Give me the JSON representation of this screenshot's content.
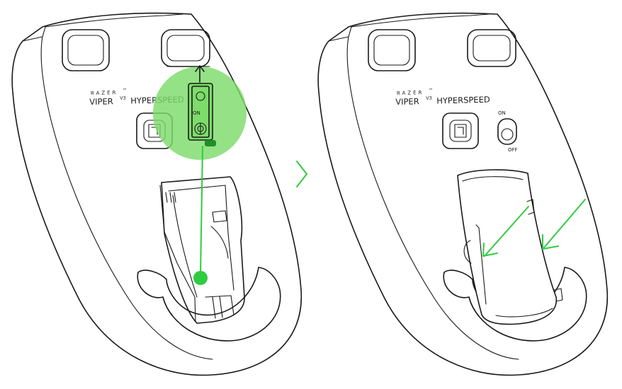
{
  "left_mouse": {
    "brand_small": "RAZER",
    "tm": "™",
    "model": "VIPER",
    "sup": "V3",
    "model_suffix": "HYPERSPEED",
    "switch_on_label": "ON"
  },
  "right_mouse": {
    "brand_small": "RAZER",
    "tm": "™",
    "model": "VIPER",
    "sup": "V3",
    "model_suffix": "HYPERSPEED",
    "switch_on_label": "ON",
    "switch_off_label": "OFF"
  },
  "colors": {
    "highlight": "#2ecc40",
    "highlight_fill": "#7ddc6a",
    "line": "#1a1a1a"
  },
  "icons": [
    "chevron-right-icon",
    "arrow-up-icon",
    "pointer-arrow-icon"
  ]
}
